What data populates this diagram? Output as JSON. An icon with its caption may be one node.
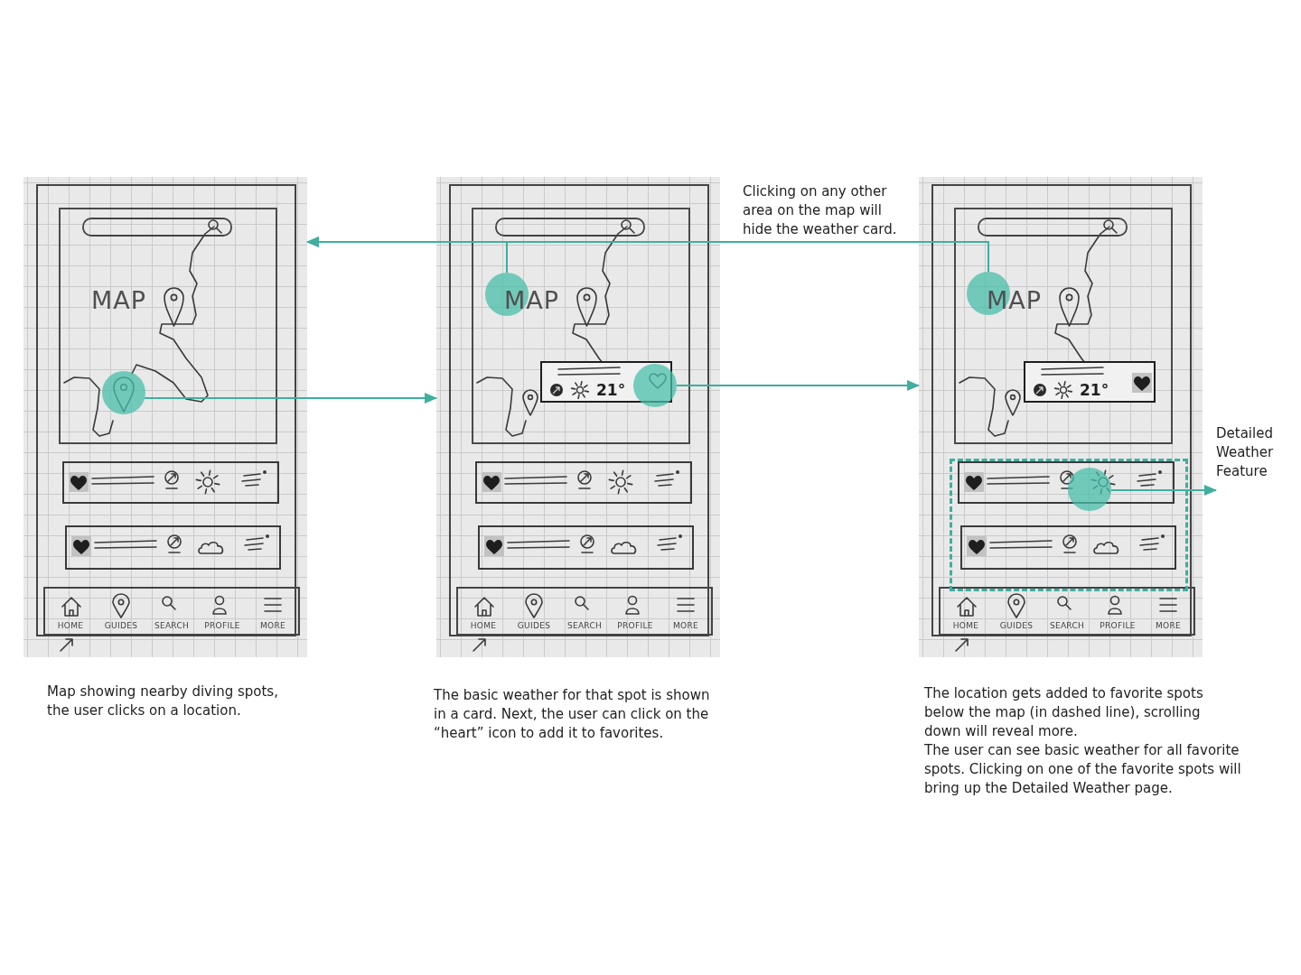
{
  "diagram": {
    "nodes": [
      {
        "text": [],
        "shape": "picture",
        "beside": [
          "Map showing nearby diving spots, the user clicks on a location."
        ]
      },
      {
        "text": [
          "MAP"
        ],
        "in": 0
      },
      {
        "text": [],
        "shape": "circle",
        "in": 1
      },
      {
        "text": [
          "HOME",
          "GUIDES",
          "SEARCH",
          "PROFILE",
          "MORE"
        ],
        "in": 0
      },
      {
        "text": [],
        "shape": "picture",
        "beside": [
          "The basic weather for that spot is shown in a card. Next, the user can click on the “heart” icon to add it to favorites."
        ]
      },
      {
        "text": [
          "MAP"
        ],
        "in": 4
      },
      {
        "text": [],
        "shape": "circle",
        "in": 5
      },
      {
        "text": [
          "21°"
        ],
        "in": 5
      },
      {
        "text": [],
        "shape": "circle",
        "in": 5
      },
      {
        "text": [
          "HOME",
          "GUIDES",
          "SEARCH",
          "PROFILE",
          "MORE"
        ],
        "in": 4
      },
      {
        "text": [],
        "shape": "picture",
        "beside": [
          "The location gets added to favorite spots below the map (in dashed line), scrolling down will reveal more.",
          "The user can see basic weather for all favorite spots. Clicking on one of the favorite spots will bring up the Detailed Weather page."
        ]
      },
      {
        "text": [
          "MAP"
        ],
        "in": 10
      },
      {
        "text": [],
        "shape": "circle",
        "in": 11
      },
      {
        "text": [
          "21°"
        ],
        "in": 11
      },
      {
        "text": [],
        "shape": "box",
        "in": 10
      },
      {
        "text": [],
        "shape": "circle",
        "in": 14
      },
      {
        "text": [
          "HOME",
          "GUIDES",
          "SEARCH",
          "PROFILE",
          "MORE"
        ],
        "in": 10
      },
      {
        "text": [
          "Detailed Weather Feature"
        ]
      }
    ],
    "edges": [
      {
        "from": 2,
        "to": 4,
        "arrow": "to"
      },
      {
        "from": 8,
        "to": 10,
        "arrow": "to"
      },
      {
        "from": 6,
        "to": 0,
        "arrow": "to"
      },
      {
        "from": 12,
        "to": 0,
        "arrow": "to",
        "label": "Clicking on any other area on the map will hide the weather card."
      },
      {
        "from": 15,
        "to": 17,
        "arrow": "to"
      }
    ]
  }
}
